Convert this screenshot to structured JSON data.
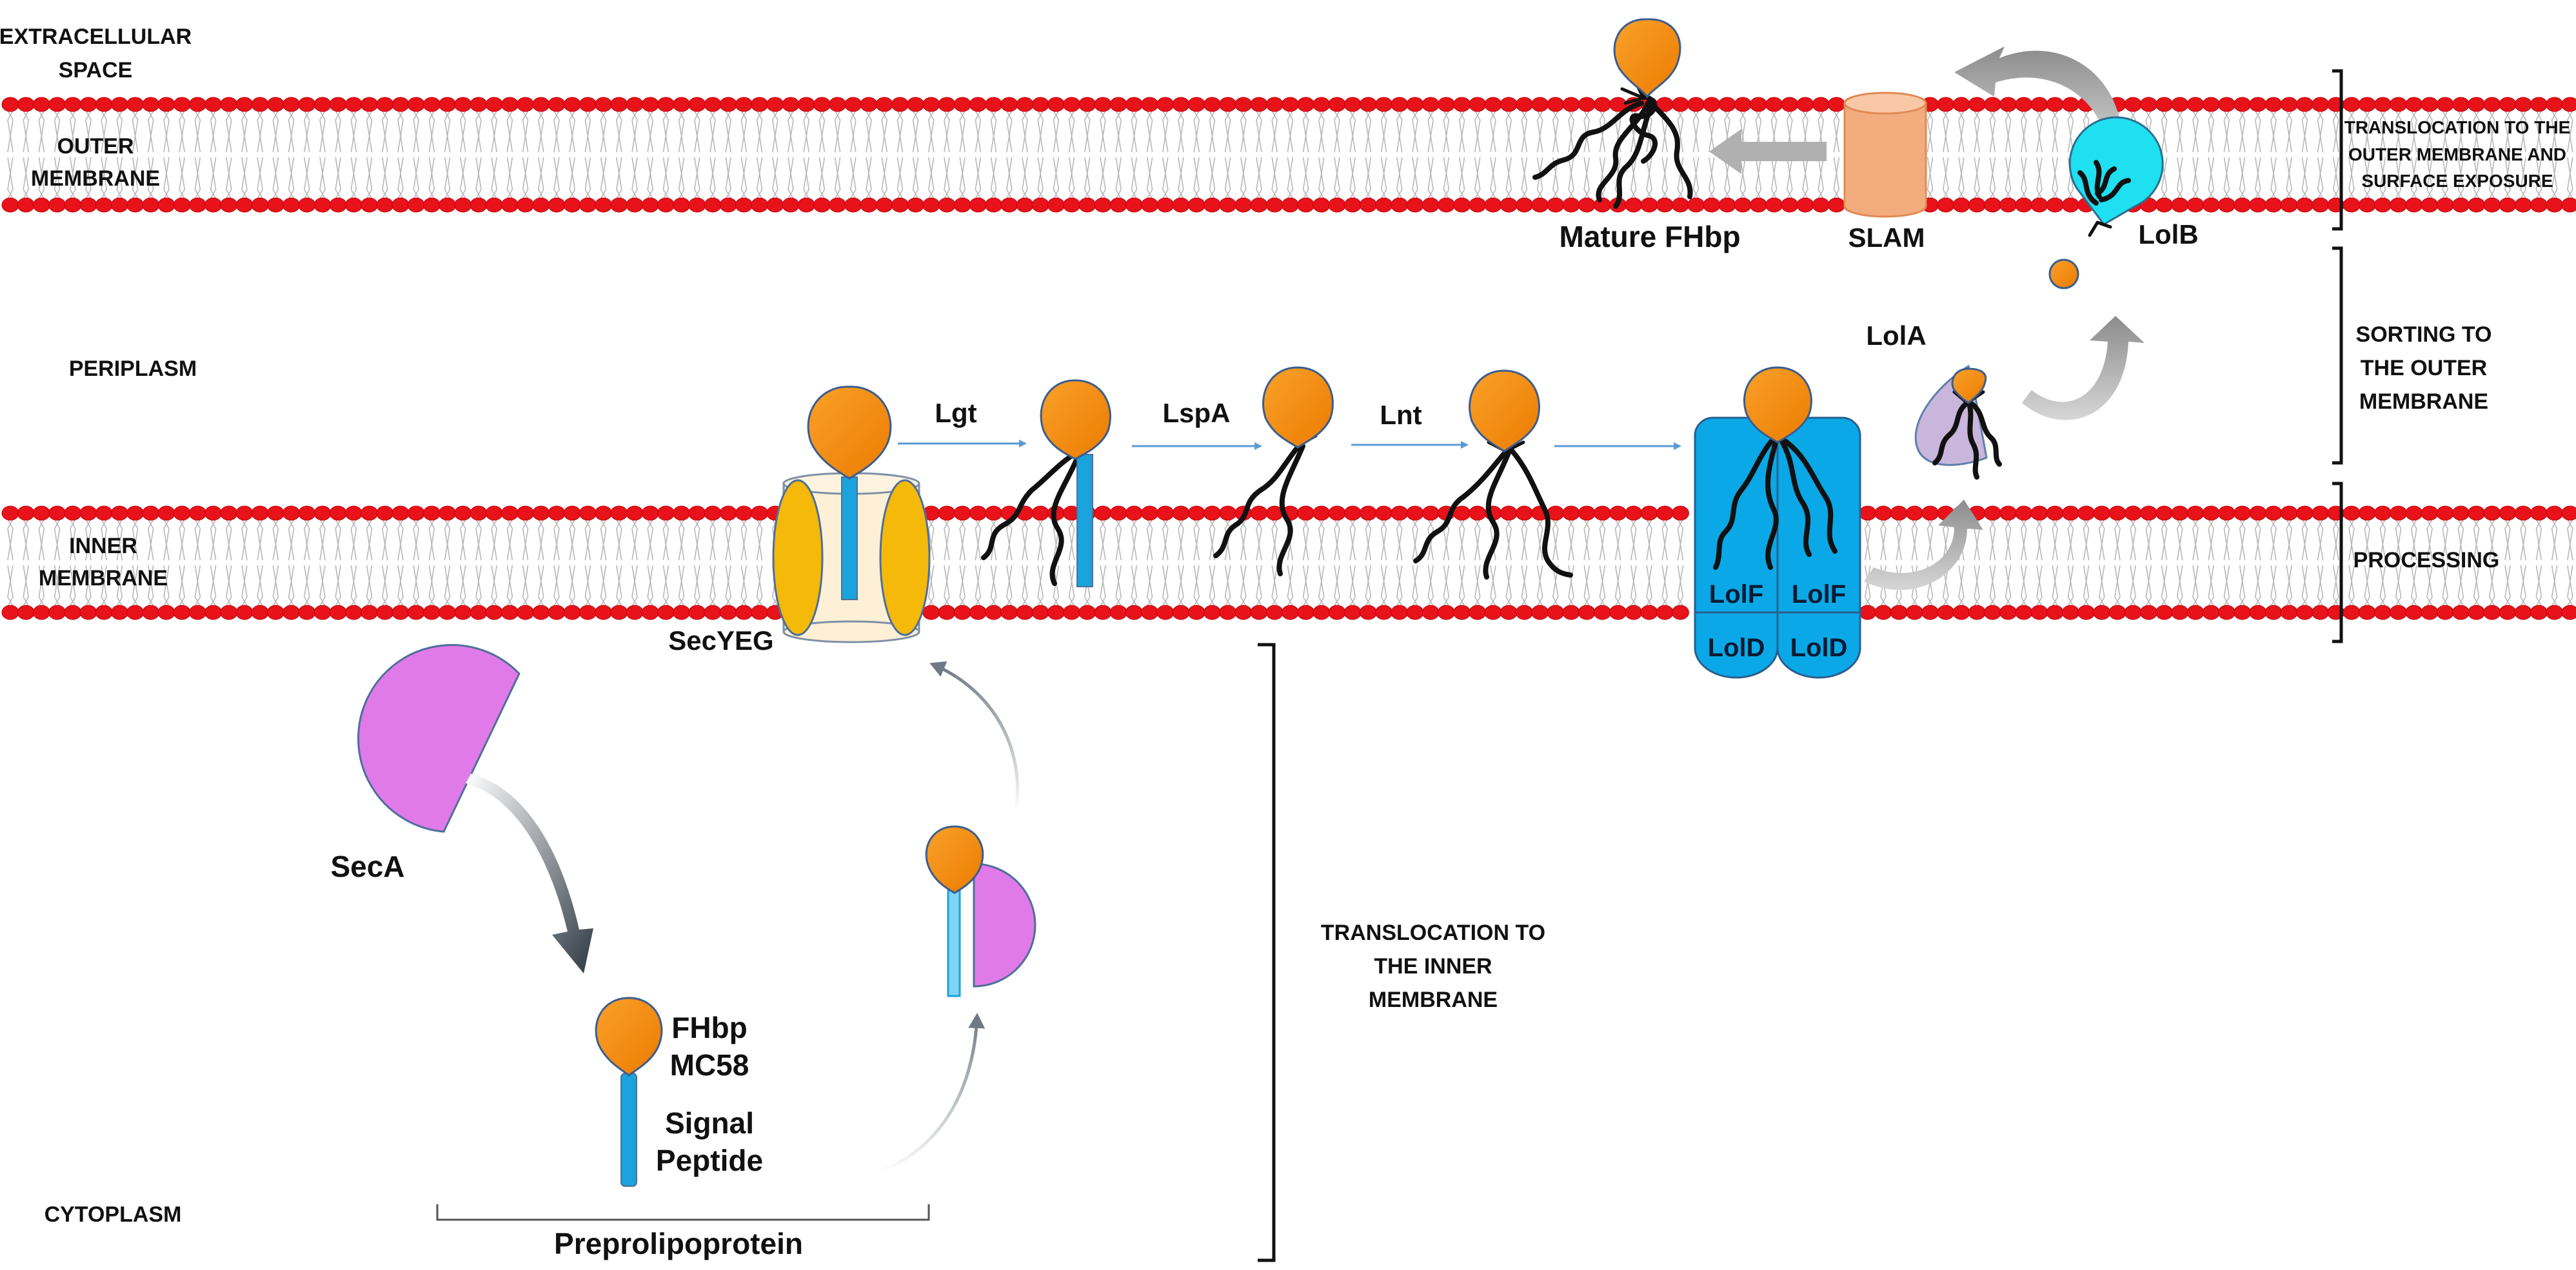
{
  "regions": {
    "extracellular_line1": "EXTRACELLULAR",
    "extracellular_line2": "SPACE",
    "outer_membrane_line1": "OUTER",
    "outer_membrane_line2": "MEMBRANE",
    "periplasm": "PERIPLASM",
    "inner_membrane_line1": "INNER",
    "inner_membrane_line2": "MEMBRANE",
    "cytoplasm": "CYTOPLASM"
  },
  "stages": {
    "translocation_outer_line1": "TRANSLOCATION TO THE",
    "translocation_outer_line2": "OUTER MEMBRANE AND",
    "translocation_outer_line3": "SURFACE EXPOSURE",
    "sorting_line1": "SORTING TO",
    "sorting_line2": "THE OUTER",
    "sorting_line3": "MEMBRANE",
    "processing": "PROCESSING",
    "translocation_inner_line1": "TRANSLOCATION TO",
    "translocation_inner_line2": "THE INNER",
    "translocation_inner_line3": "MEMBRANE"
  },
  "labels": {
    "mature_fhbp": "Mature FHbp",
    "slam": "SLAM",
    "lolb": "LolB",
    "lola": "LolA",
    "lgt": "Lgt",
    "lspa": "LspA",
    "lnt": "Lnt",
    "secyeg": "SecYEG",
    "lolf_left": "LolF",
    "lolf_right": "LolF",
    "lold_left": "LolD",
    "lold_right": "LolD",
    "seca": "SecA",
    "fhbp_line1": "FHbp",
    "fhbp_line2": "MC58",
    "signal_line1": "Signal",
    "signal_line2": "Peptide",
    "preprolipoprotein": "Preprolipoprotein"
  },
  "colors": {
    "lipid_head": "#e8121b",
    "protein_domain": "#f58a07",
    "signal_peptide": "#1aa3dc",
    "secyeg": "#f5b90a",
    "seca": "#e07ae8",
    "lol_complex": "#0aa8e6",
    "lolb": "#1ee0f0",
    "lola": "#c9b6dc",
    "slam": "#f2ac7e",
    "arrow_blue": "#5b9bd5",
    "arrow_gray": "#a6a6a6"
  }
}
